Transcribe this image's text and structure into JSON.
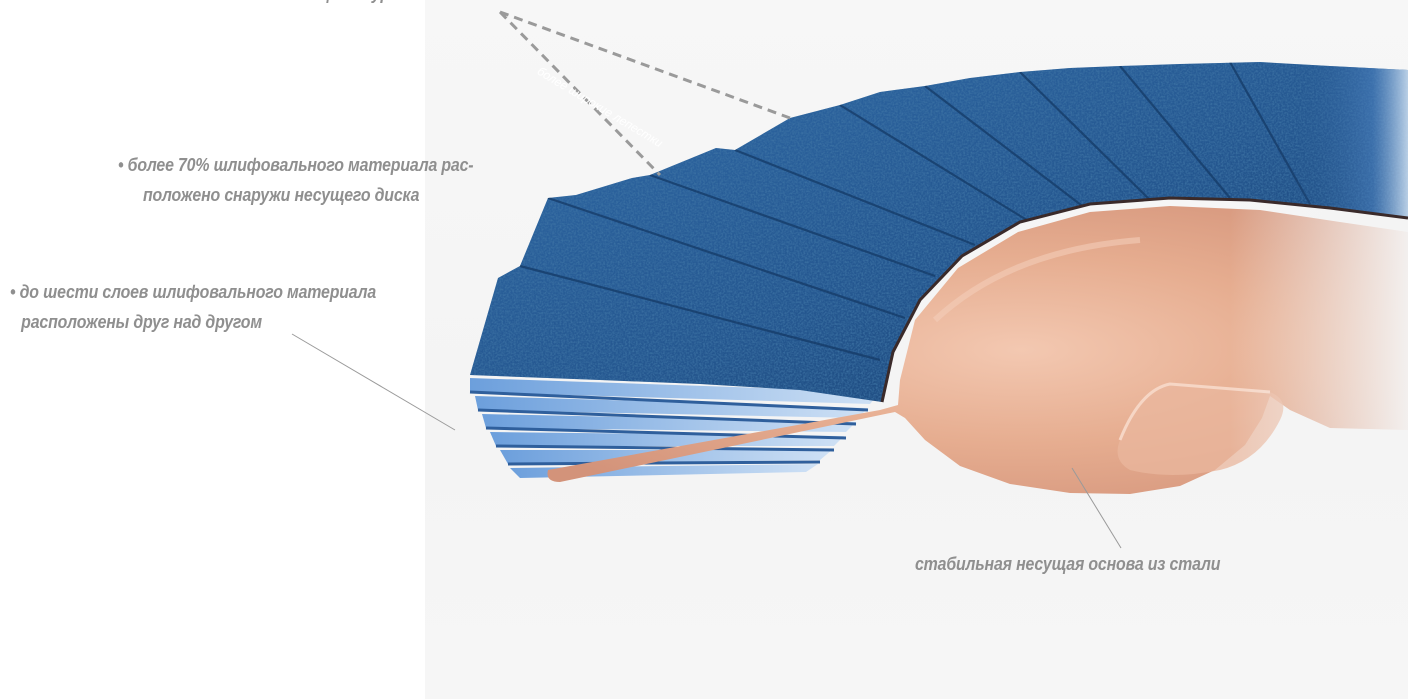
{
  "labels": {
    "top_cut": "на выдающемся уровне достигается",
    "wider_petals": "более широкие лепестки",
    "percent_line1": "• более 70% шлифовального материала рас-",
    "percent_line2": "положено снаружи несущего диска",
    "layers_line1": "• до шести слоев шлифовального материала",
    "layers_line2": "расположены друг над другом",
    "steel_base": "стабильная несущая основа из стали"
  },
  "colors": {
    "label_gray": "#8f8f8f",
    "abrasive_blue": "#2a5a90",
    "steel_copper": "#e0a487",
    "leader_line": "#9a9a9a"
  }
}
